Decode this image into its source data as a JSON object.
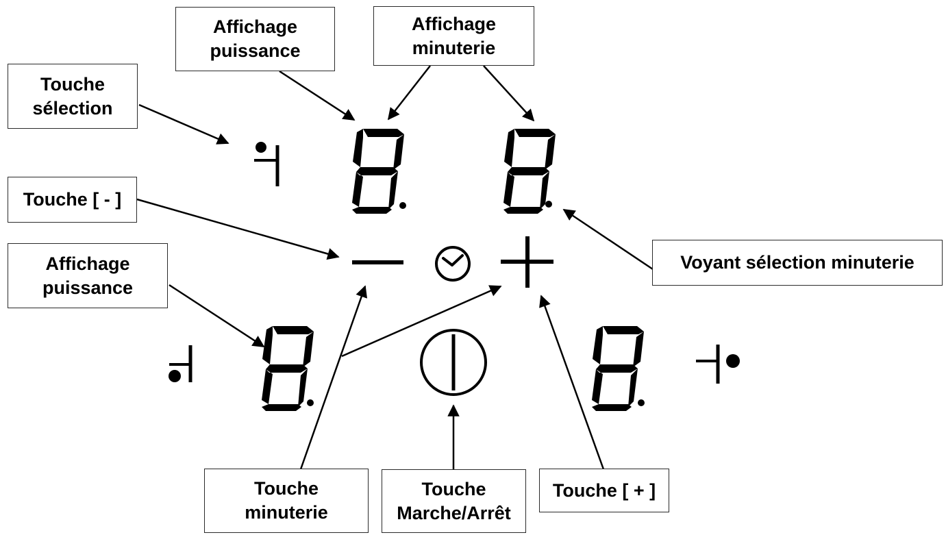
{
  "colors": {
    "ink": "#000000",
    "border": "#2a2a2a",
    "background": "#ffffff"
  },
  "callouts": {
    "selection_key": {
      "lines": [
        "Touche",
        "sélection"
      ]
    },
    "power_display_top": {
      "lines": [
        "Affichage",
        "puissance"
      ]
    },
    "timer_display": {
      "lines": [
        "Affichage",
        "minuterie"
      ]
    },
    "minus_key": {
      "lines": [
        "Touche [ - ]"
      ]
    },
    "power_display_left": {
      "lines": [
        "Affichage",
        "puissance"
      ]
    },
    "timer_indicator": {
      "lines": [
        "Voyant sélection minuterie"
      ]
    },
    "timer_key": {
      "lines": [
        "Touche",
        "minuterie"
      ]
    },
    "on_off_key": {
      "lines": [
        "Touche",
        "Marche/Arrêt"
      ]
    },
    "plus_key": {
      "lines": [
        "Touche [ + ]"
      ]
    }
  },
  "controls": {
    "displays_digit": "8",
    "icons": [
      "zone-selector-icon",
      "minus-icon",
      "clock-icon",
      "plus-icon",
      "power-icon"
    ]
  }
}
